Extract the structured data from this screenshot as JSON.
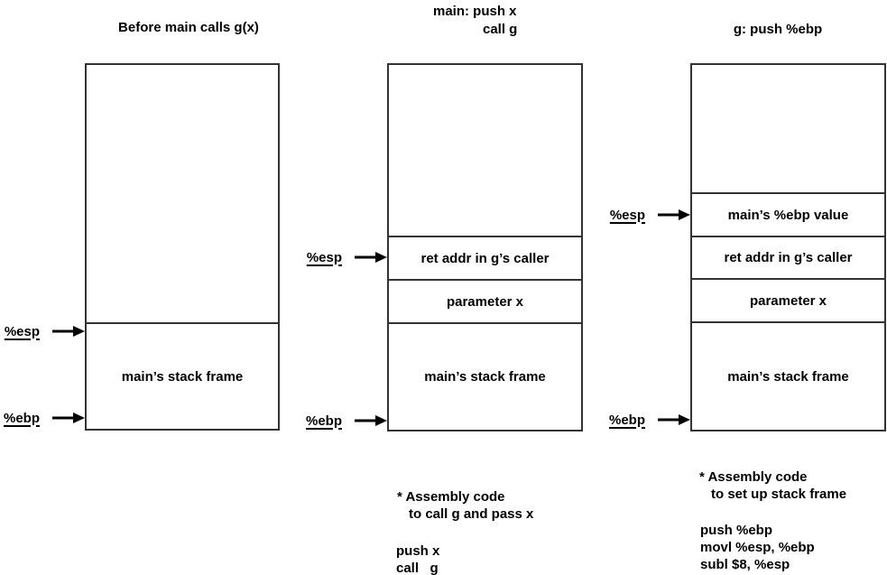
{
  "panels": [
    {
      "title_lines": [
        "Before main calls g(x)"
      ],
      "segments": [
        {
          "label": ""
        },
        {
          "label": "main’s stack frame"
        }
      ],
      "pointers": [
        {
          "label": "%esp"
        },
        {
          "label": "%ebp"
        }
      ]
    },
    {
      "title_lines": [
        "main: push x",
        "call g"
      ],
      "segments": [
        {
          "label": ""
        },
        {
          "label": "ret addr in g’s caller"
        },
        {
          "label": "parameter x"
        },
        {
          "label": "main’s stack frame"
        }
      ],
      "pointers": [
        {
          "label": "%esp"
        },
        {
          "label": "%ebp"
        }
      ],
      "annotation": {
        "comment_lines": [
          "* Assembly code",
          "to call g and pass x"
        ],
        "code_lines": [
          "push x",
          "call   g"
        ]
      }
    },
    {
      "title_lines": [
        "g: push %ebp"
      ],
      "segments": [
        {
          "label": ""
        },
        {
          "label": "main’s %ebp value"
        },
        {
          "label": "ret addr in g’s caller"
        },
        {
          "label": "parameter x"
        },
        {
          "label": "main’s stack frame"
        }
      ],
      "pointers": [
        {
          "label": "%esp"
        },
        {
          "label": "%ebp"
        }
      ],
      "annotation": {
        "comment_lines": [
          "* Assembly code",
          "to set up stack frame"
        ],
        "code_lines": [
          "push %ebp",
          "movl %esp, %ebp",
          "subl $8, %esp"
        ]
      }
    }
  ],
  "colors": {
    "line": "#333333",
    "text": "#000000",
    "background": "#ffffff"
  }
}
